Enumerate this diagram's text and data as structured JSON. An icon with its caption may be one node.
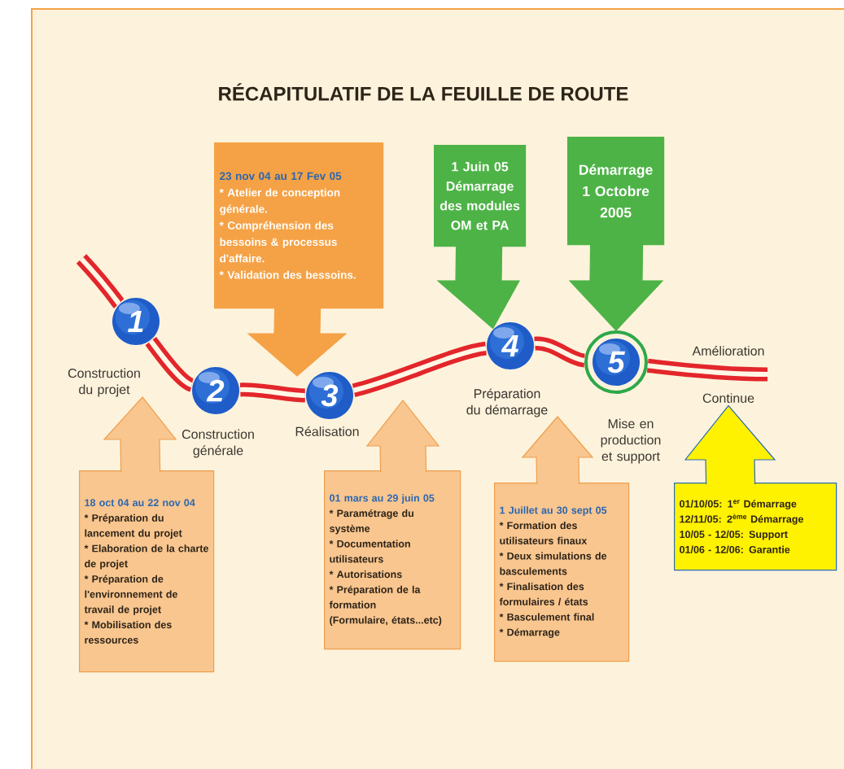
{
  "diagram": {
    "title": "RÉCAPITULATIF DE LA FEUILLE DE ROUTE",
    "nodes": [
      {
        "text": [
          "23 nov 04 au 17 Fev 05",
          "* Atelier de conception générale.",
          "* Compréhension des bessoins & processus d'affaire.",
          "* Validation des bessoins."
        ]
      },
      {
        "text": [
          "1 Juin 05 Démarrage des modules OM et PA"
        ]
      },
      {
        "text": [
          "Démarrage 1 Octobre 2005"
        ]
      },
      {
        "text": [
          "1"
        ],
        "beside": [
          "Construction du projet"
        ]
      },
      {
        "text": [
          "2"
        ],
        "beside": [
          "Construction générale"
        ]
      },
      {
        "text": [
          "3"
        ],
        "beside": [
          "Réalisation"
        ]
      },
      {
        "text": [
          "4"
        ],
        "beside": [
          "Préparation du démarrage"
        ]
      },
      {
        "text": [
          "5"
        ],
        "beside": [
          "Mise en production et support"
        ]
      },
      {
        "text": [
          "Amélioration",
          "Continue"
        ]
      },
      {
        "text": [
          "18 oct 04 au 22 nov 04",
          "* Préparation du lancement du projet",
          "* Elaboration de la charte de projet",
          "* Préparation de l'environnement de travail de projet",
          "* Mobilisation des ressources"
        ]
      },
      {
        "text": [
          "01 mars au 29 juin 05",
          "* Paramétrage du système",
          "* Documentation utilisateurs",
          "* Autorisations",
          "* Préparation de la formation",
          "(Formulaire, états...etc)"
        ]
      },
      {
        "text": [
          "1 Juillet au 30 sept 05",
          "* Formation des utilisateurs finaux",
          "* Deux simulations de basculements",
          "* Finalisation des formulaires / états",
          "* Basculement final",
          "* Démarrage"
        ]
      },
      {
        "text": [
          "01/10/05: 1$^{er}$ Démarrage",
          "12/11/05: 2$^{ème}$ Démarrage",
          "10/05 - 12/05: Support",
          "01/06 - 12/06: Garantie"
        ]
      }
    ],
    "edges": [
      {
        "from": null,
        "to": 3,
        "arrow": "none"
      },
      {
        "from": 3,
        "to": 4,
        "arrow": "none"
      },
      {
        "from": 4,
        "to": 5,
        "arrow": "none"
      },
      {
        "from": 5,
        "to": 6,
        "arrow": "none"
      },
      {
        "from": 6,
        "to": 7,
        "arrow": "none"
      },
      {
        "from": 7,
        "to": 8,
        "arrow": "none"
      },
      {
        "from": 0,
        "to": null,
        "arrow": "to"
      },
      {
        "from": 1,
        "to": 6,
        "arrow": "to"
      },
      {
        "from": 2,
        "to": 7,
        "arrow": "to"
      },
      {
        "from": 9,
        "to": 3,
        "arrow": "to"
      },
      {
        "from": 10,
        "to": null,
        "arrow": "to"
      },
      {
        "from": 11,
        "to": null,
        "arrow": "to"
      },
      {
        "from": 12,
        "to": 8,
        "arrow": "to"
      }
    ]
  }
}
